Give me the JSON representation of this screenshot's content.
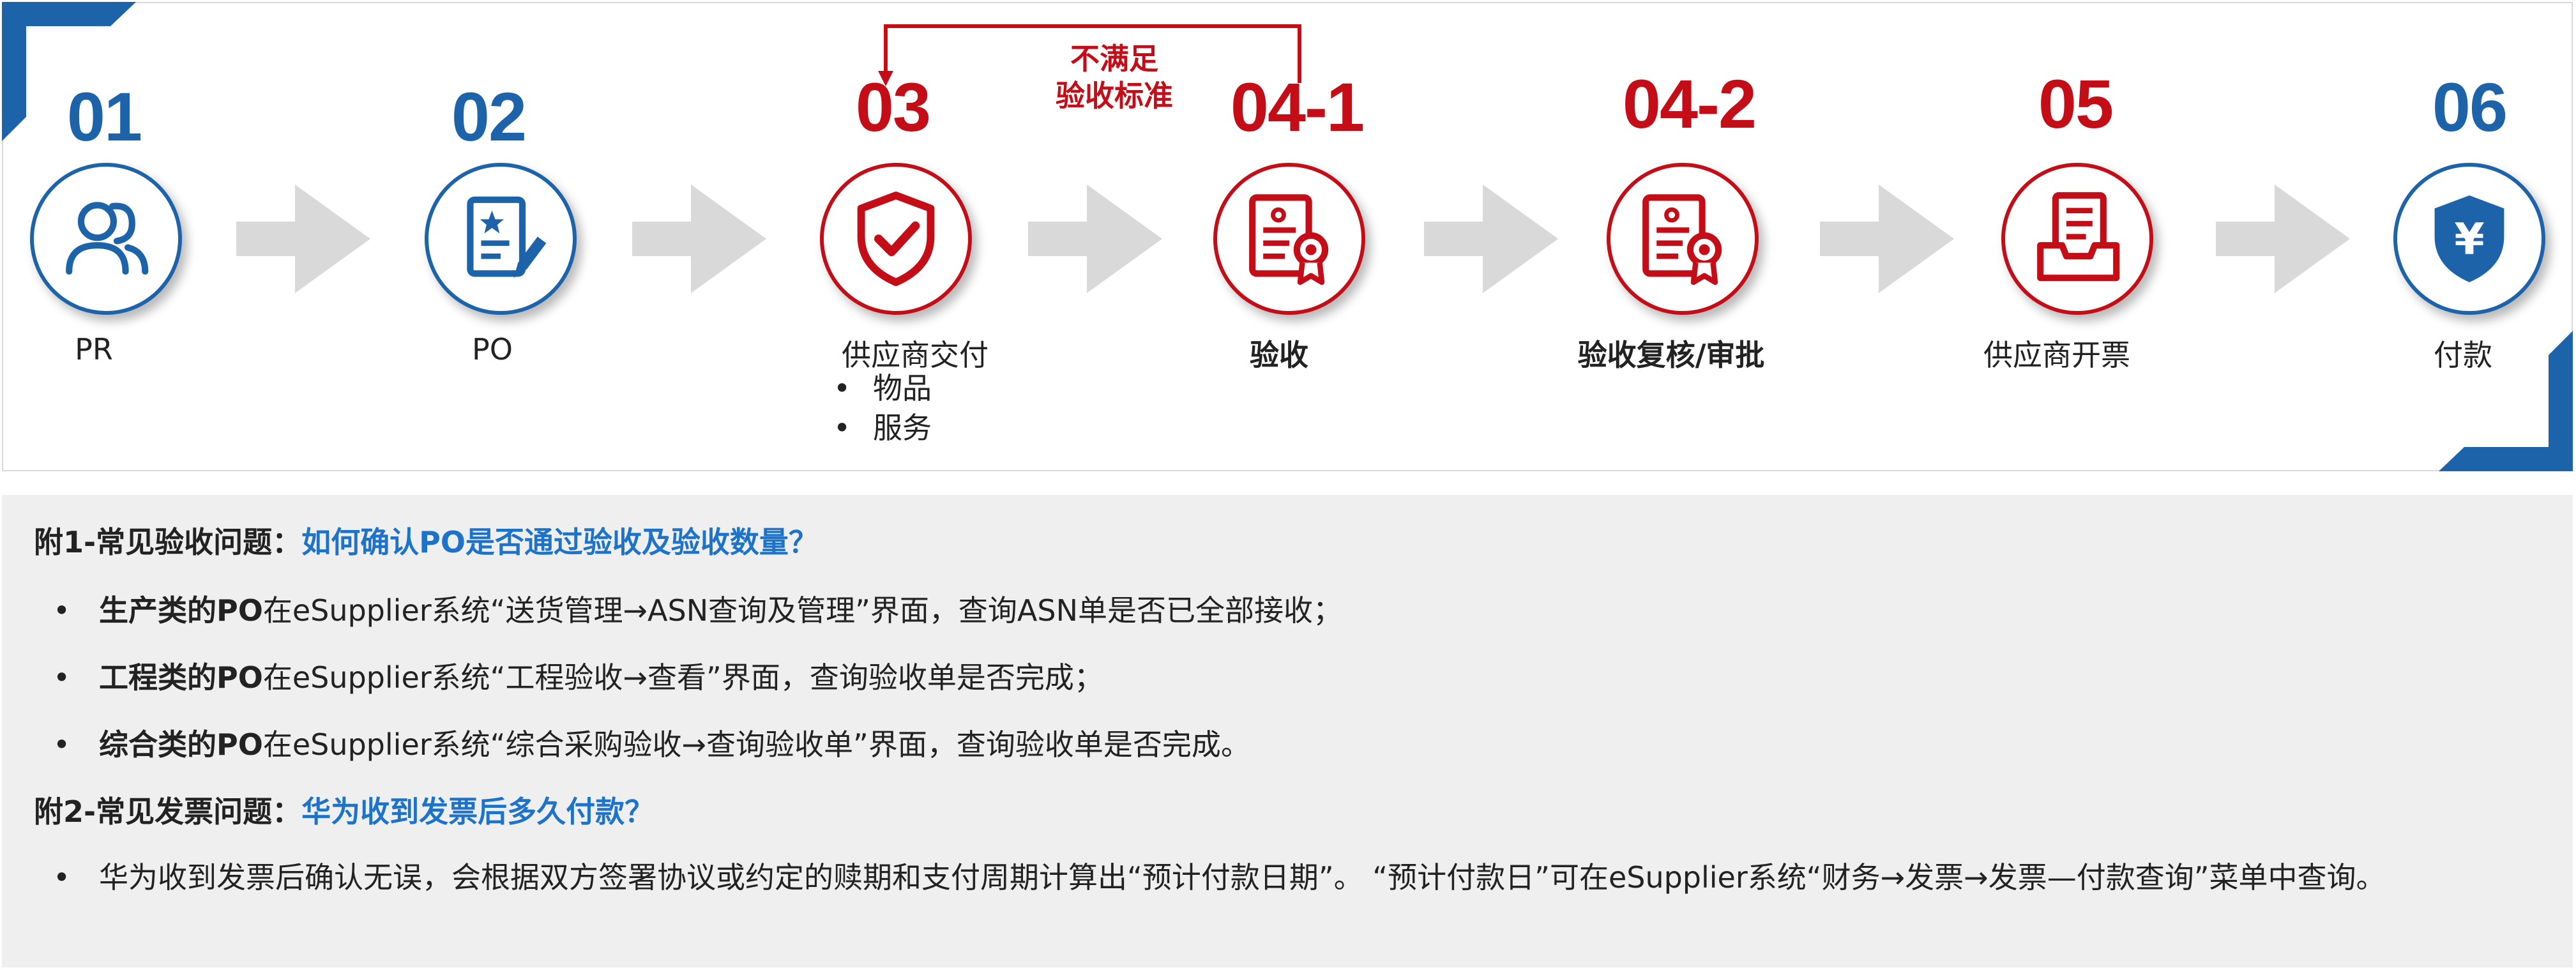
{
  "colors": {
    "blue": "#1d63aa",
    "red": "#c40d17",
    "question_blue": "#1d73c9",
    "arrow_gray": "#d9d9d9",
    "panel_bg": "#efefef"
  },
  "steps": [
    {
      "num": "01",
      "label": "PR",
      "icon": "users-icon",
      "color": "blue"
    },
    {
      "num": "02",
      "label": "PO",
      "icon": "document-pen-icon",
      "color": "blue"
    },
    {
      "num": "03",
      "label": "供应商交付",
      "icon": "shield-check-icon",
      "color": "red",
      "sub_items": [
        "物品",
        "服务"
      ]
    },
    {
      "num": "04-1",
      "label": "验收",
      "icon": "certificate-icon",
      "color": "red"
    },
    {
      "num": "04-2",
      "label": "验收复核/审批",
      "icon": "certificate-icon",
      "color": "red"
    },
    {
      "num": "05",
      "label": "供应商开票",
      "icon": "invoice-tray-icon",
      "color": "red"
    },
    {
      "num": "06",
      "label": "付款",
      "icon": "yuan-shield-icon",
      "color": "blue"
    }
  ],
  "loop_label": [
    "不满足",
    "验收标准"
  ],
  "faq": [
    {
      "title": "附1-常见验收问题：",
      "question": "如何确认PO是否通过验收及验收数量？",
      "items": [
        {
          "bold": "生产类的PO",
          "text": "在eSupplier系统“送货管理→ASN查询及管理”界面，查询ASN单是否已全部接收；"
        },
        {
          "bold": "工程类的PO",
          "text": "在eSupplier系统“工程验收→查看”界面，查询验收单是否完成；"
        },
        {
          "bold": "综合类的PO",
          "text": "在eSupplier系统“综合采购验收→查询验收单”界面，查询验收单是否完成。"
        }
      ]
    },
    {
      "title": "附2-常见发票问题：",
      "question": "华为收到发票后多久付款？",
      "items": [
        {
          "bold": "",
          "text": "华为收到发票后确认无误，会根据双方签署协议或约定的赎期和支付周期计算出“预计付款日期”。 “预计付款日”可在eSupplier系统“财务→发票→发票—付款查询”菜单中查询。"
        }
      ]
    }
  ]
}
